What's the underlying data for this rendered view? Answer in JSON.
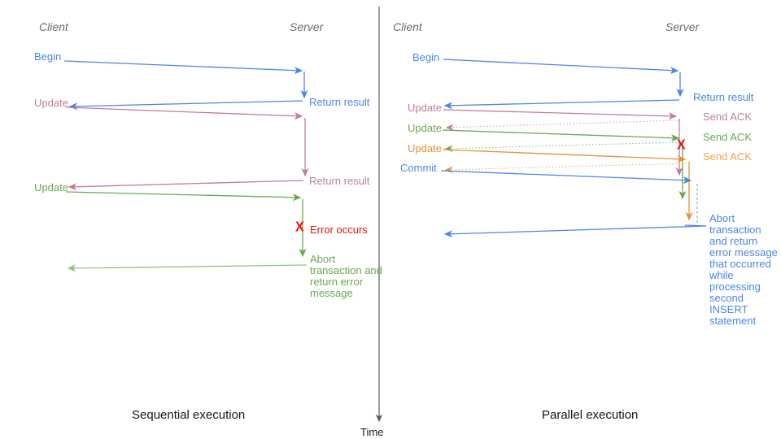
{
  "colors": {
    "blue": "#4a86e8",
    "pink": "#c27ba0",
    "pink_light": "#d5a6bd",
    "green": "#6aa84f",
    "green_light": "#93c47d",
    "orange": "#e69138",
    "orange_light": "#f6b26b",
    "red": "#e81313",
    "axis_gray": "#595959",
    "header_gray": "#6b6b6b"
  },
  "time_label": "Time",
  "left": {
    "title": "Sequential execution",
    "client": "Client",
    "server": "Server",
    "begin": "Begin",
    "update1": "Update",
    "update2": "Update",
    "return1": "Return result",
    "return2": "Return result",
    "error_mark": "X",
    "error_text": "Error occurs",
    "abort_text": "Abort transaction and return error message"
  },
  "right": {
    "title": "Parallel execution",
    "client": "Client",
    "server": "Server",
    "begin": "Begin",
    "update1": "Update",
    "update2": "Update",
    "update3": "Update",
    "commit": "Commit",
    "return1": "Return result",
    "ack_pink": "Send ACK",
    "ack_green": "Send ACK",
    "ack_orange": "Send ACK",
    "error_mark": "X",
    "abort_text": "Abort transaction and return error message that occurred while processing second INSERT statement"
  }
}
